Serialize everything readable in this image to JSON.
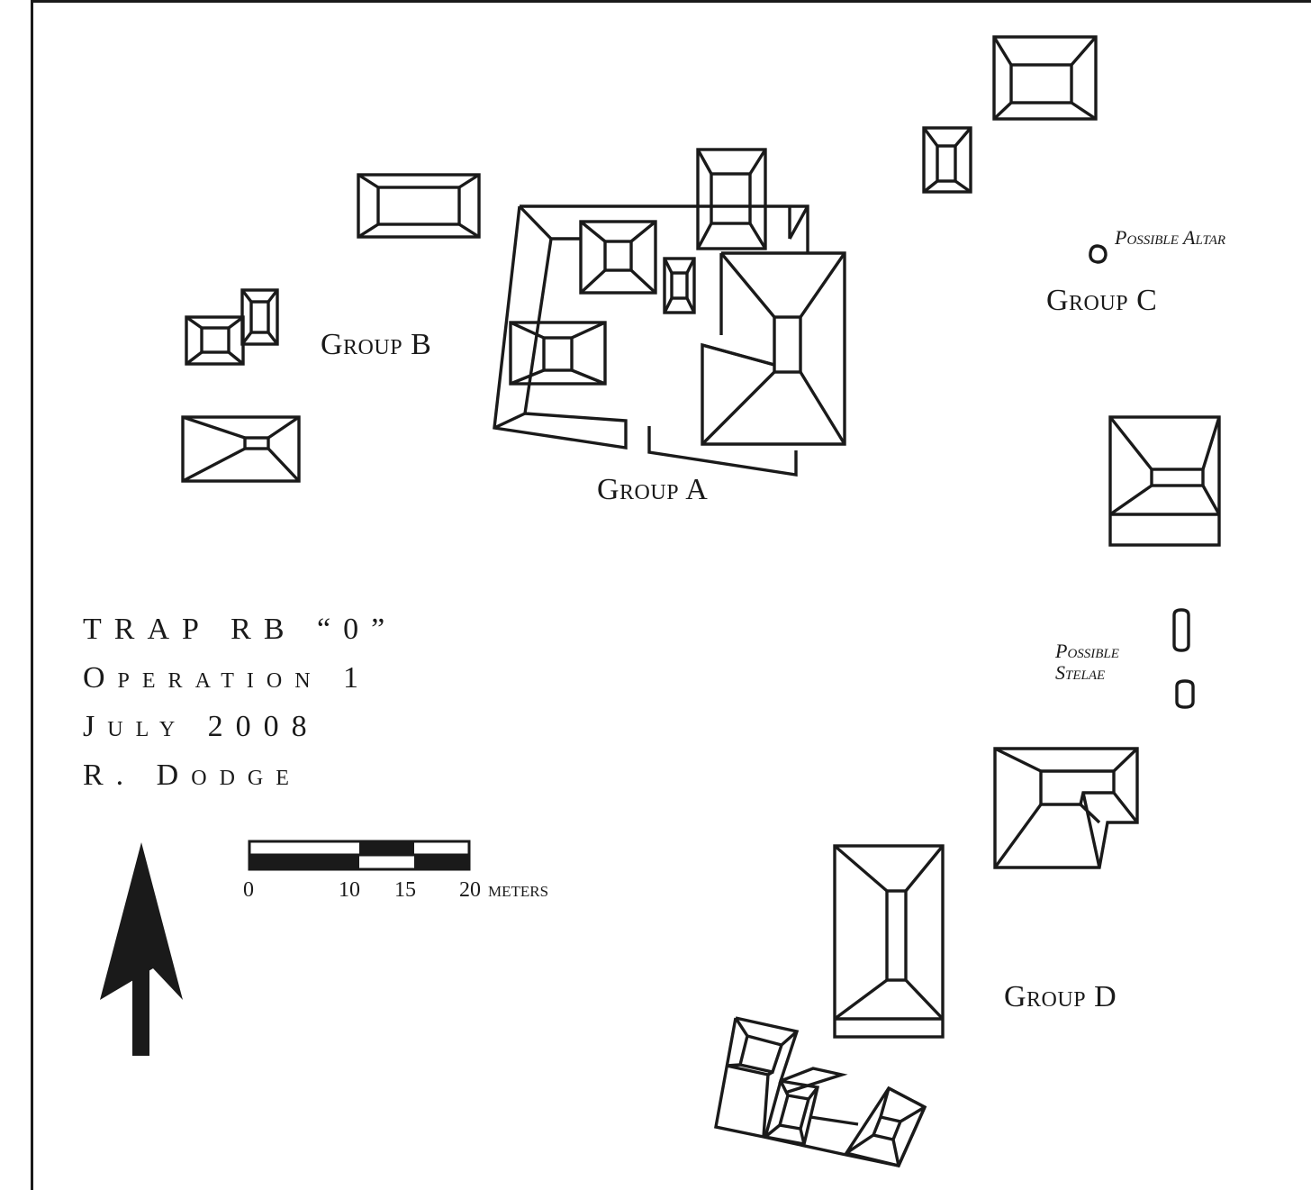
{
  "map": {
    "group_labels": {
      "a": "Group A",
      "b": "Group B",
      "c": "Group C",
      "d": "Group D"
    },
    "annotations": {
      "altar": "Possible Altar",
      "stelae_line1": "Possible",
      "stelae_line2": "Stelae"
    },
    "title_block": {
      "line1": "TRAP RB “0”",
      "line2": "Operation 1",
      "line3": "July 2008",
      "line4": "R. Dodge"
    },
    "scale_bar": {
      "ticks": [
        "0",
        "10",
        "15",
        "20"
      ],
      "unit": "meters",
      "color": "#1a1a1a"
    },
    "north_arrow": {
      "icon": "north-arrow-icon"
    }
  }
}
